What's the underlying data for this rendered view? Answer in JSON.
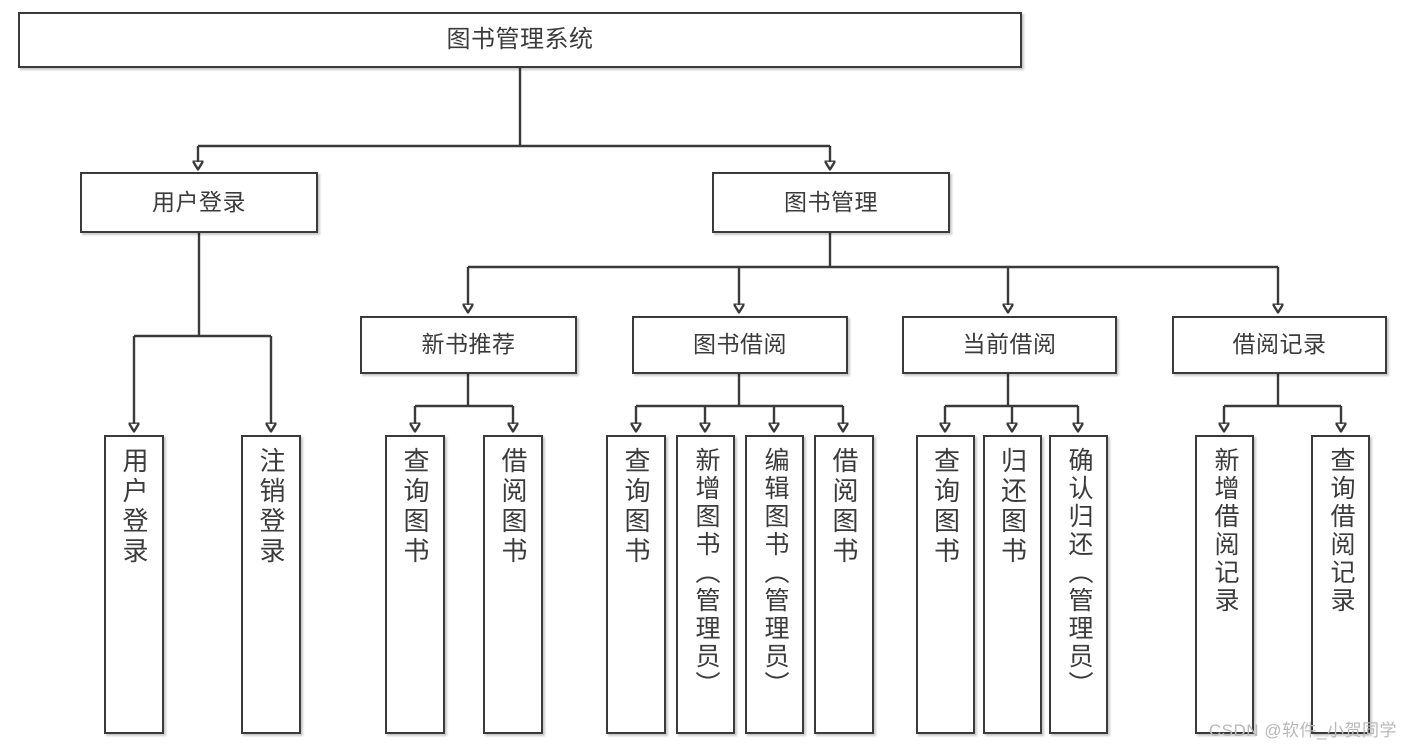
{
  "diagram": {
    "type": "tree-hierarchy",
    "title": "图书管理系统",
    "root": {
      "label": "图书管理系统"
    },
    "level1": [
      {
        "label": "用户登录"
      },
      {
        "label": "图书管理"
      }
    ],
    "level2": [
      {
        "label": "新书推荐"
      },
      {
        "label": "图书借阅"
      },
      {
        "label": "当前借阅"
      },
      {
        "label": "借阅记录"
      }
    ],
    "leaves": {
      "user_login": [
        {
          "label": "用户登录"
        },
        {
          "label": "注销登录"
        }
      ],
      "new_book_recommend": [
        {
          "label": "查询图书"
        },
        {
          "label": "借阅图书"
        }
      ],
      "book_borrow": [
        {
          "label": "查询图书"
        },
        {
          "label": "新增图书（管理员）"
        },
        {
          "label": "编辑图书（管理员）"
        },
        {
          "label": "借阅图书"
        }
      ],
      "current_borrow": [
        {
          "label": "查询图书"
        },
        {
          "label": "归还图书"
        },
        {
          "label": "确认归还（管理员）"
        }
      ],
      "borrow_record": [
        {
          "label": "新增借阅记录"
        },
        {
          "label": "查询借阅记录"
        }
      ]
    }
  },
  "watermark": {
    "text": "CSDN @软件_小贺同学"
  },
  "colors": {
    "border": "#3a3a3a",
    "text": "#3b3b3b",
    "background": "#ffffff",
    "watermark": "#b9b9b9"
  }
}
